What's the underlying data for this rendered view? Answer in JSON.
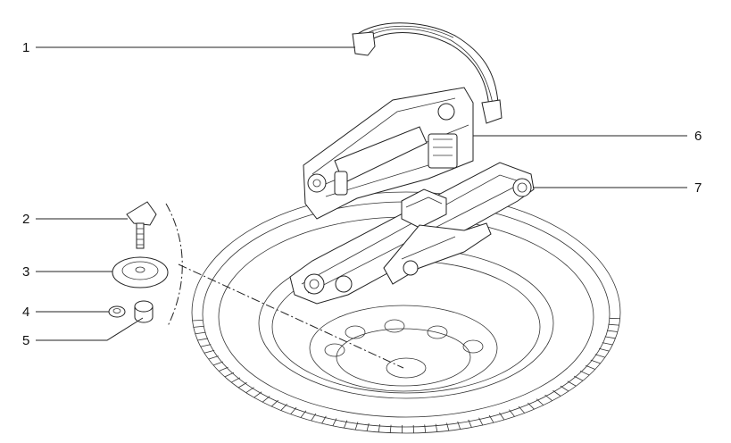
{
  "callouts": [
    {
      "id": "1",
      "text": "1"
    },
    {
      "id": "2",
      "text": "2"
    },
    {
      "id": "3",
      "text": "3"
    },
    {
      "id": "4",
      "text": "4"
    },
    {
      "id": "5",
      "text": "5"
    },
    {
      "id": "6",
      "text": "6"
    },
    {
      "id": "7",
      "text": "7"
    }
  ],
  "parts": {
    "strap": "strap-icon",
    "wing_bolt": "wing-bolt-icon",
    "washer": "washer-icon",
    "nut_small": "nut-icon",
    "cap": "cap-icon",
    "jack_folded": "jack-icon",
    "jack_open": "jack-icon",
    "spare_wheel": "wheel-icon"
  },
  "colors": {
    "line": "#222222",
    "background": "#ffffff"
  }
}
